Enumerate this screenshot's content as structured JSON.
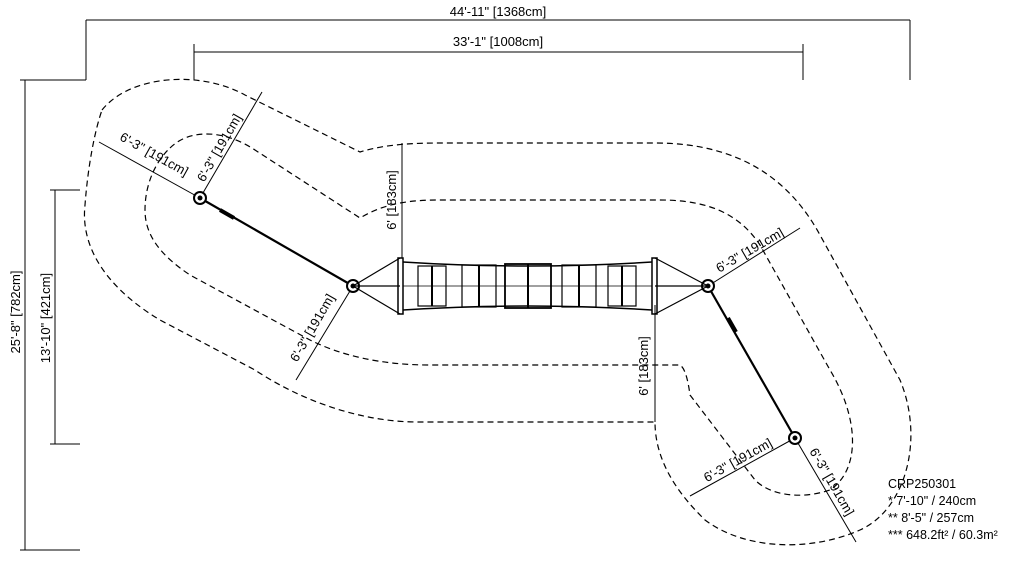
{
  "dimensions": {
    "overall_width": "44'-11\" [1368cm]",
    "inner_width": "33'-1\" [1008cm]",
    "overall_depth": "25'-8\" [782cm]",
    "inner_depth": "13'-10\" [421cm]",
    "upper_left_pole_offset_a": "6'-3\" [191cm]",
    "upper_left_pole_offset_b": "6'-3\" [191cm]",
    "left_anchor_offset": "6'-3\" [191cm]",
    "right_anchor_offset": "6'-3\" [191cm]",
    "lower_right_pole_offset_a": "6'-3\" [191cm]",
    "lower_right_pole_offset_b": "6'-3\" [191cm]",
    "upper_clearance": "6' [183cm]",
    "lower_clearance": "6' [183cm]"
  },
  "info": {
    "model": "CRP250301",
    "height_1": "* 7'-10\" / 240cm",
    "height_2": "** 8'-5\" / 257cm",
    "area": "*** 648.2ft² / 60.3m²"
  }
}
